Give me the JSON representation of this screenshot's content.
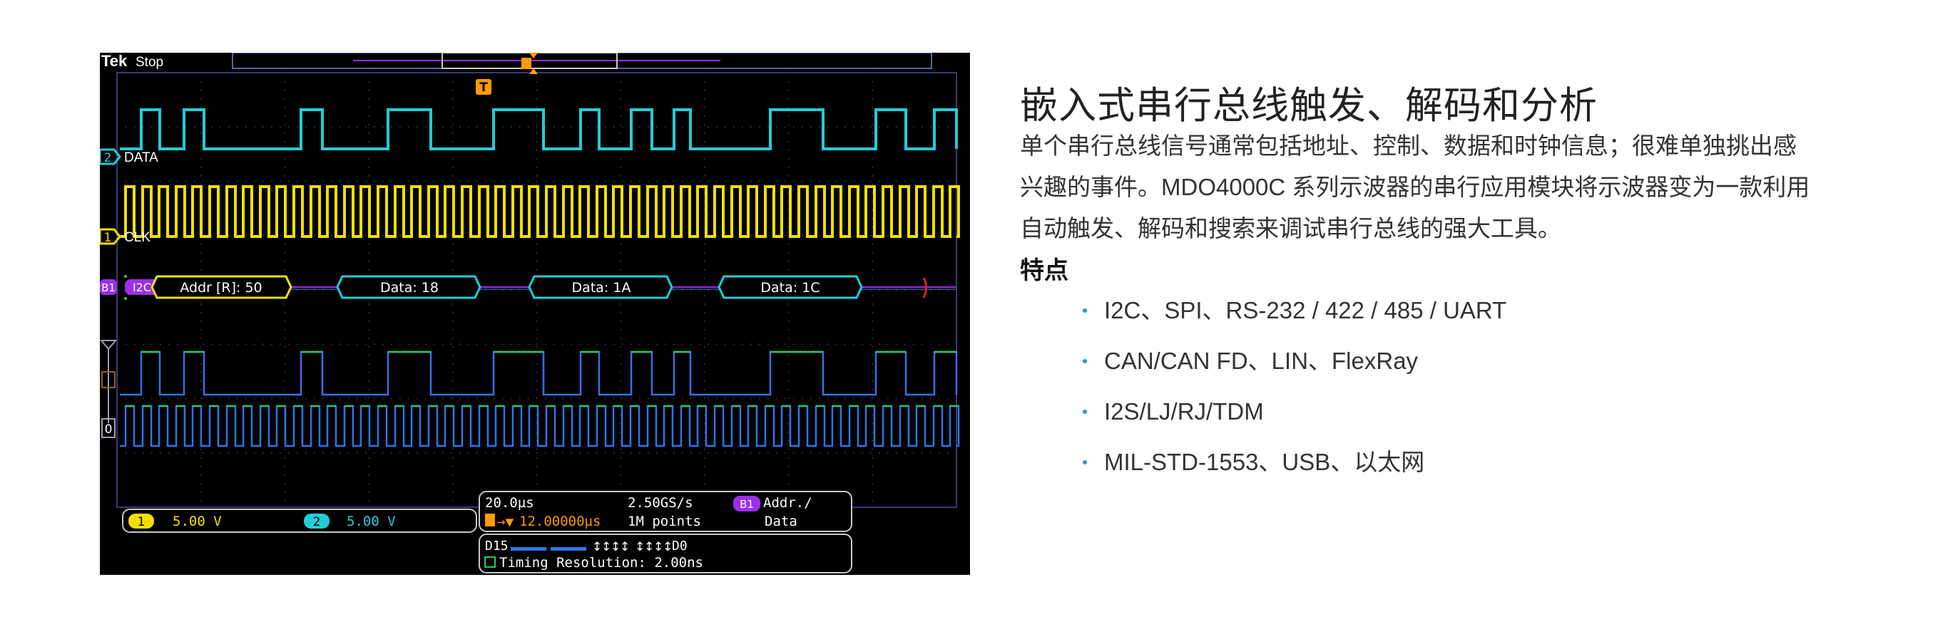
{
  "scope": {
    "brand": "Tek",
    "run_state": "Stop",
    "trigger_marker": "T",
    "ch2_number": "2",
    "ch2_label": "DATA",
    "ch1_number": "1",
    "ch1_label": "CLK",
    "bus_number": "B1",
    "bus_protocol": "I2C",
    "decode_packets": [
      "Addr [R]: 50",
      "Data: 18",
      "Data: 1A",
      "Data: 1C"
    ],
    "digital_ref_0": "0",
    "ch1_scale_number": "1",
    "ch1_scale": "5.00 V",
    "ch2_scale_number": "2",
    "ch2_scale": "5.00 V",
    "timebase": "20.0µs",
    "sample_rate": "2.50GS/s",
    "trigger_position": "12.00000µs",
    "record_length": "1M points",
    "bus_badge": "B1",
    "bus_trigger_type_1": "Addr./",
    "bus_trigger_type_2": "Data",
    "digital_high": "D15",
    "digital_low": "D0",
    "timing_resolution": "Timing Resolution: 2.00ns",
    "colors": {
      "ch1": "#f0e000",
      "ch2": "#22cdd9",
      "bus": "#9b30e8",
      "digital_green": "#2ec85a",
      "digital_blue": "#2f74e8",
      "grid": "#3a3a70",
      "trigger": "#ff9a00"
    }
  },
  "title": "嵌入式串行总线触发、解码和分析",
  "description": [
    "单个串行总线信号通常包括地址、控制、数据和时钟信息；很难单独挑出感",
    "兴趣的事件。MDO4000C 系列示波器的串行应用模块将示波器变为一款利用",
    "自动触发、解码和搜索来调试串行总线的强大工具。"
  ],
  "features_heading": "特点",
  "features": [
    "I2C、SPI、RS-232 / 422 / 485 / UART",
    "CAN/CAN FD、LIN、FlexRay",
    "I2S/LJ/RJ/TDM",
    "MIL-STD-1553、USB、以太网"
  ]
}
